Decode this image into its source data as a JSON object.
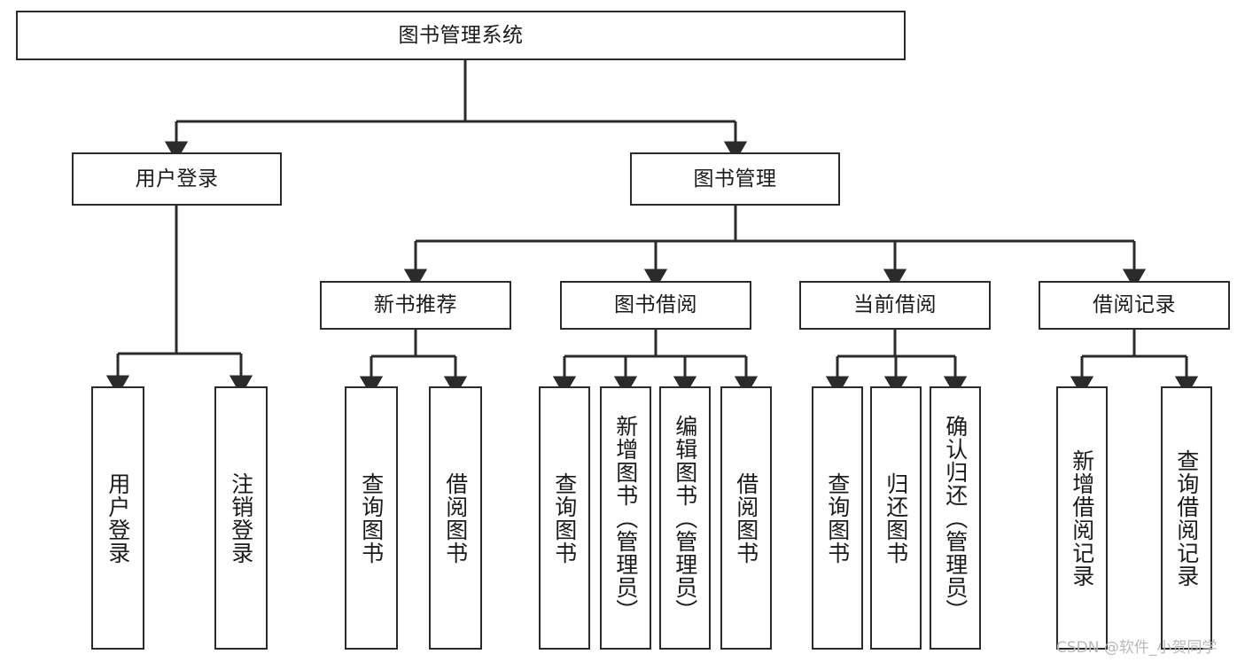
{
  "diagram": {
    "type": "tree-hierarchy",
    "title": "图书管理系统",
    "watermark": "CSDN @软件_小贺同学",
    "colors": {
      "box_border": "#2b2b2b",
      "box_fill": "#ffffff",
      "edge": "#2b2b2b",
      "text": "#1a1a1a",
      "watermark": "#b9b9b9",
      "background": "#ffffff"
    },
    "nodes": {
      "root": {
        "label": "图书管理系统"
      },
      "level2": [
        {
          "id": "user-login",
          "label": "用户登录"
        },
        {
          "id": "book-manage",
          "label": "图书管理"
        }
      ],
      "level3": [
        {
          "id": "new-book-recommend",
          "label": "新书推荐"
        },
        {
          "id": "book-borrow",
          "label": "图书借阅"
        },
        {
          "id": "current-borrow",
          "label": "当前借阅"
        },
        {
          "id": "borrow-record",
          "label": "借阅记录"
        }
      ],
      "leaves": {
        "user_login": [
          {
            "id": "leaf-user-login",
            "label": "用户登录"
          },
          {
            "id": "leaf-logout-login",
            "label": "注销登录"
          }
        ],
        "new_book_recommend": [
          {
            "id": "leaf-query-book-1",
            "label": "查询图书"
          },
          {
            "id": "leaf-borrow-book-1",
            "label": "借阅图书"
          }
        ],
        "book_borrow": [
          {
            "id": "leaf-query-book-2",
            "label": "查询图书"
          },
          {
            "id": "leaf-add-book",
            "label": "新增图书（管理员）"
          },
          {
            "id": "leaf-edit-book",
            "label": "编辑图书（管理员）"
          },
          {
            "id": "leaf-borrow-book-2",
            "label": "借阅图书"
          }
        ],
        "current_borrow": [
          {
            "id": "leaf-query-book-3",
            "label": "查询图书"
          },
          {
            "id": "leaf-return-book",
            "label": "归还图书"
          },
          {
            "id": "leaf-confirm-return",
            "label": "确认归还（管理员）"
          }
        ],
        "borrow_record": [
          {
            "id": "leaf-add-record",
            "label": "新增借阅记录"
          },
          {
            "id": "leaf-query-record",
            "label": "查询借阅记录"
          }
        ]
      }
    }
  }
}
